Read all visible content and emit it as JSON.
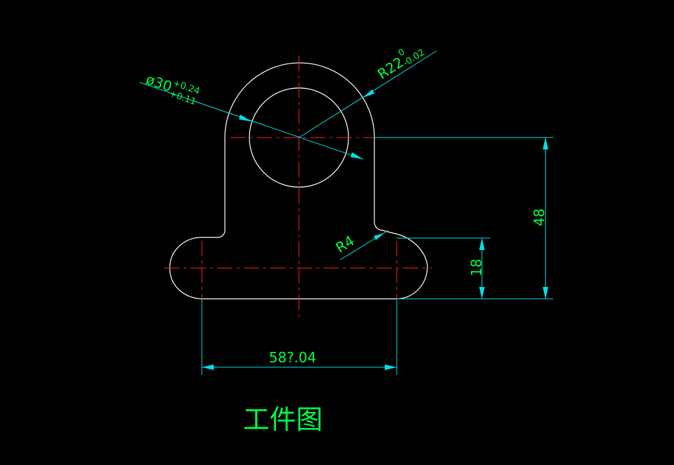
{
  "drawing": {
    "title": "工件图",
    "colors": {
      "background": "#000000",
      "outline": "#ffffff",
      "centerline": "#ff2020",
      "dimension_line": "#00e0e8",
      "dimension_text": "#00ff40"
    },
    "dimensions": {
      "bore": {
        "symbol": "ø",
        "nominal": "30",
        "upper_tol": "+0.24",
        "lower_tol": "+0.11"
      },
      "outer_radius": {
        "nominal": "R22",
        "upper_tol": "0",
        "lower_tol": "-0.02"
      },
      "fillet_radius": "R4",
      "center_height": "48",
      "base_height": "18",
      "hole_spacing": "58?.04"
    }
  }
}
